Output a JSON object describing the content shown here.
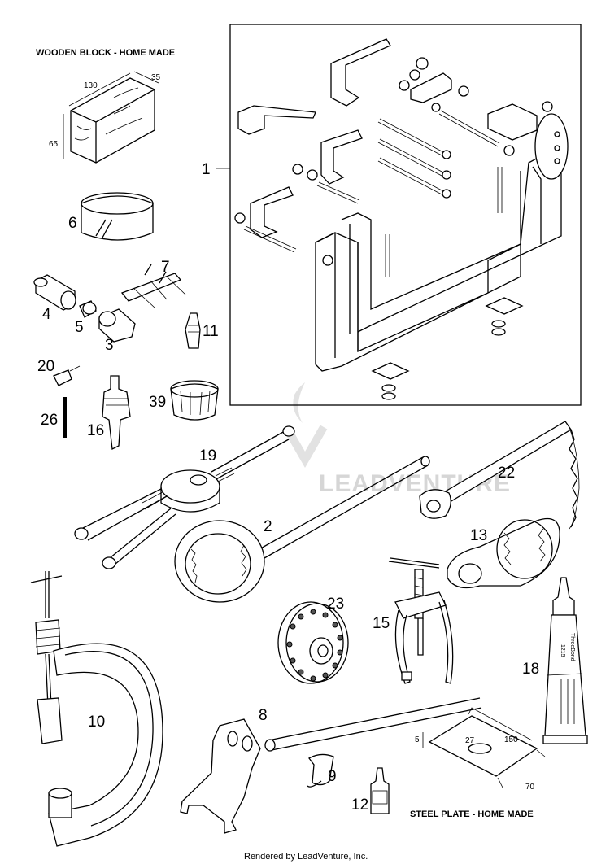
{
  "headings": {
    "wooden_block": "WOODEN BLOCK - HOME MADE",
    "steel_plate": "STEEL PLATE - HOME MADE"
  },
  "wooden_block_dims": {
    "length": "130",
    "depth": "35",
    "height": "65"
  },
  "steel_plate_dims": {
    "thickness": "5",
    "hole": "27",
    "length": "150",
    "width": "70"
  },
  "callouts": {
    "p1": "1",
    "p2": "2",
    "p3": "3",
    "p4": "4",
    "p5": "5",
    "p6": "6",
    "p7": "7",
    "p8": "8",
    "p9": "9",
    "p10": "10",
    "p11": "11",
    "p12": "12",
    "p13": "13",
    "p15": "15",
    "p16": "16",
    "p18": "18",
    "p19": "19",
    "p20": "20",
    "p22": "22",
    "p23": "23",
    "p26": "26",
    "p39": "39"
  },
  "sealant_labels": {
    "brand": "ThreeBond",
    "number": "1215"
  },
  "watermark": "LEADVENTURE",
  "footer": "Rendered by LeadVenture, Inc."
}
